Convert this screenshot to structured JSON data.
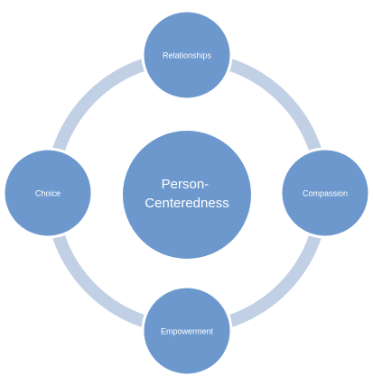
{
  "diagram": {
    "center": {
      "line1": "Person-",
      "line2": "Centeredness"
    },
    "nodes": {
      "top": "Relationships",
      "right": "Compassion",
      "bottom": "Empowerment",
      "left": "Choice"
    }
  },
  "colors": {
    "node_fill": "#6c98cd",
    "node_stroke": "#ffffff",
    "ring": "#c2d0e5"
  }
}
